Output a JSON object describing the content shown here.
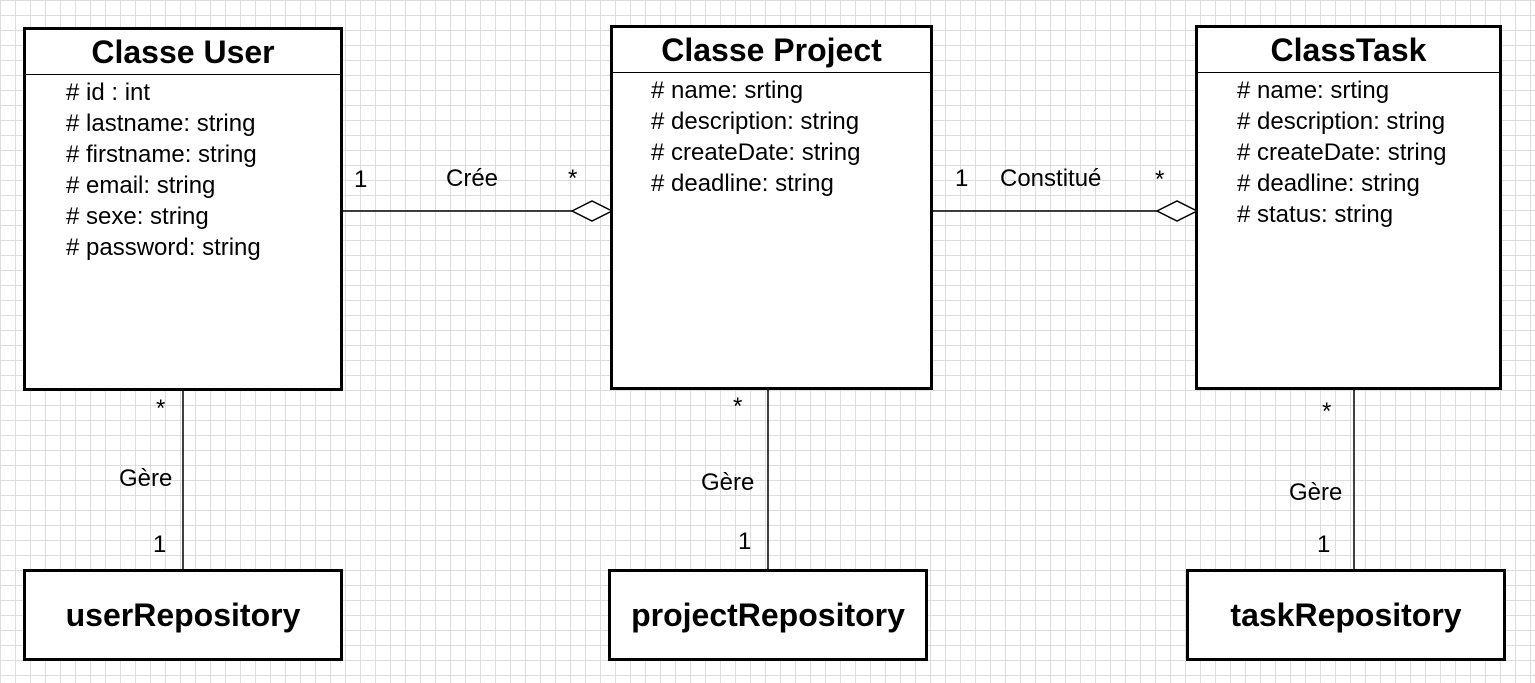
{
  "classes": [
    {
      "name": "Classe User",
      "attributes": [
        "# id : int",
        "# lastname: string",
        "# firstname: string",
        "# email: string",
        "# sexe: string",
        "# password: string"
      ]
    },
    {
      "name": "Classe Project",
      "attributes": [
        "# name: srting",
        "# description: string",
        "# createDate: string",
        "# deadline: string"
      ]
    },
    {
      "name": "ClassTask",
      "attributes": [
        "# name: srting",
        "# description: string",
        "# createDate: string",
        "# deadline: string",
        "# status: string"
      ]
    }
  ],
  "repositories": [
    "userRepository",
    "projectRepository",
    "taskRepository"
  ],
  "associations": {
    "user_project": {
      "label": "Crée",
      "source_multiplicity": "1",
      "target_multiplicity": "*"
    },
    "project_task": {
      "label": "Constitué",
      "source_multiplicity": "1",
      "target_multiplicity": "*"
    },
    "user_repo": {
      "label": "Gère",
      "class_multiplicity": "*",
      "repo_multiplicity": "1"
    },
    "project_repo": {
      "label": "Gère",
      "class_multiplicity": "*",
      "repo_multiplicity": "1"
    },
    "task_repo": {
      "label": "Gère",
      "class_multiplicity": "*",
      "repo_multiplicity": "1"
    }
  }
}
